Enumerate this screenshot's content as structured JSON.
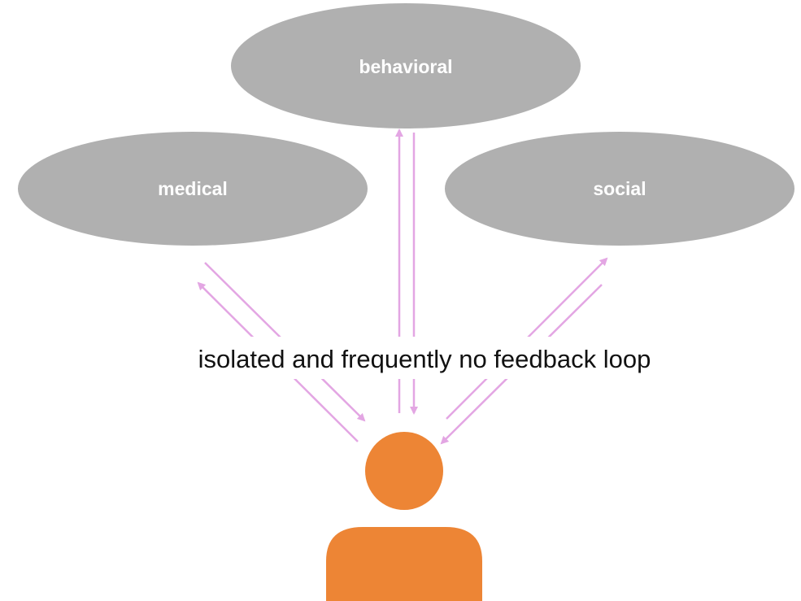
{
  "nodes": {
    "behavioral": {
      "label": "behavioral"
    },
    "medical": {
      "label": "medical"
    },
    "social": {
      "label": "social"
    }
  },
  "caption": "isolated and frequently no feedback loop",
  "colors": {
    "node_fill": "#b0b0b0",
    "node_text": "#ffffff",
    "arrow": "#e3a6e3",
    "person": "#ed8535",
    "caption_text": "#111111"
  },
  "icons": {
    "person": "person-icon"
  }
}
